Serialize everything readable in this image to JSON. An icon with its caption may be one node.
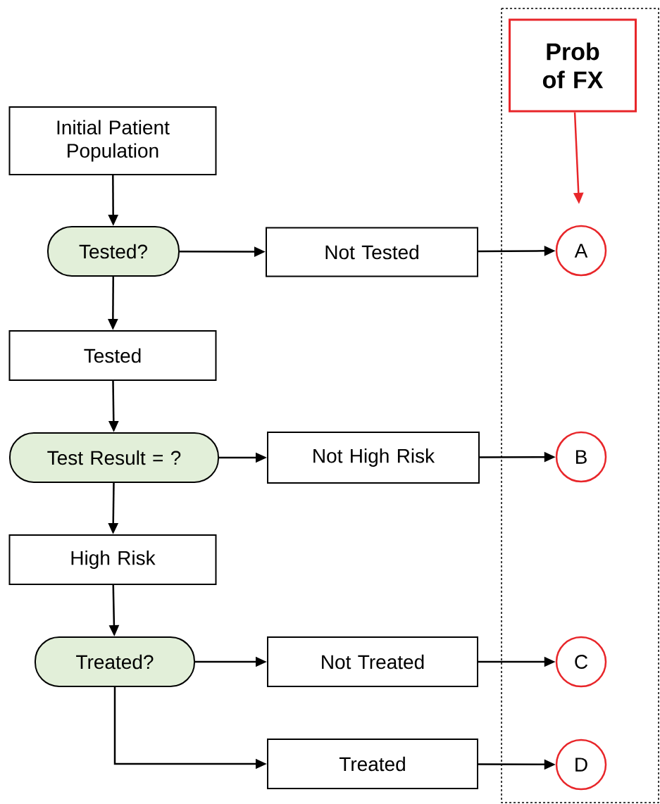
{
  "diagram": {
    "nodes": [
      {
        "text": [
          "Initial Patient Population"
        ]
      },
      {
        "text": [
          "Tested?"
        ]
      },
      {
        "text": [
          "Not Tested"
        ]
      },
      {
        "text": [
          "A"
        ]
      },
      {
        "text": [
          "Tested"
        ]
      },
      {
        "text": [
          "Test Result = ?"
        ]
      },
      {
        "text": [
          "Not High Risk"
        ]
      },
      {
        "text": [
          "B"
        ]
      },
      {
        "text": [
          "High Risk"
        ]
      },
      {
        "text": [
          "Treated?"
        ]
      },
      {
        "text": [
          "Not Treated"
        ]
      },
      {
        "text": [
          "C"
        ]
      },
      {
        "text": [
          "Treated"
        ]
      },
      {
        "text": [
          "D"
        ]
      },
      {
        "text": [
          "Prob of FX"
        ]
      }
    ],
    "edges": [
      {
        "from": 0,
        "to": 1,
        "arrow": "to"
      },
      {
        "from": 1,
        "to": 2,
        "arrow": "to"
      },
      {
        "from": 2,
        "to": 3,
        "arrow": "to"
      },
      {
        "from": 1,
        "to": 4,
        "arrow": "to"
      },
      {
        "from": 4,
        "to": 5,
        "arrow": "to"
      },
      {
        "from": 5,
        "to": 6,
        "arrow": "to"
      },
      {
        "from": 6,
        "to": 7,
        "arrow": "to"
      },
      {
        "from": 5,
        "to": 8,
        "arrow": "to"
      },
      {
        "from": 8,
        "to": 9,
        "arrow": "to"
      },
      {
        "from": 9,
        "to": 10,
        "arrow": "to"
      },
      {
        "from": 10,
        "to": 11,
        "arrow": "to"
      },
      {
        "from": 9,
        "to": 12,
        "arrow": "to"
      },
      {
        "from": 12,
        "to": 13,
        "arrow": "to"
      },
      {
        "from": 14,
        "to": 3,
        "arrow": "to",
        "color": "#e8262a"
      }
    ]
  }
}
